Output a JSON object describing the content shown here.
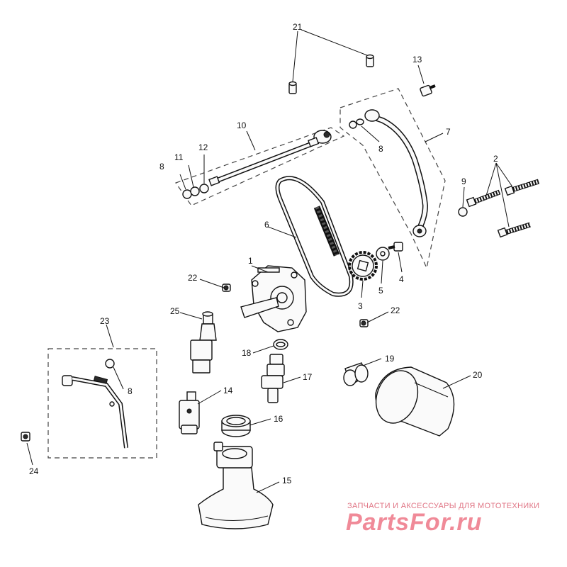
{
  "callouts": [
    "1",
    "2",
    "3",
    "4",
    "5",
    "6",
    "7",
    "8",
    "9",
    "10",
    "11",
    "12",
    "13",
    "14",
    "15",
    "16",
    "17",
    "18",
    "19",
    "20",
    "21",
    "22",
    "23",
    "24",
    "25"
  ],
  "watermark": {
    "tagline": "ЗАПЧАСТИ И АКСЕССУАРЫ ДЛЯ МОТОТЕХНИКИ",
    "logo": "PartsFor.ru",
    "color": "#f08a98"
  }
}
